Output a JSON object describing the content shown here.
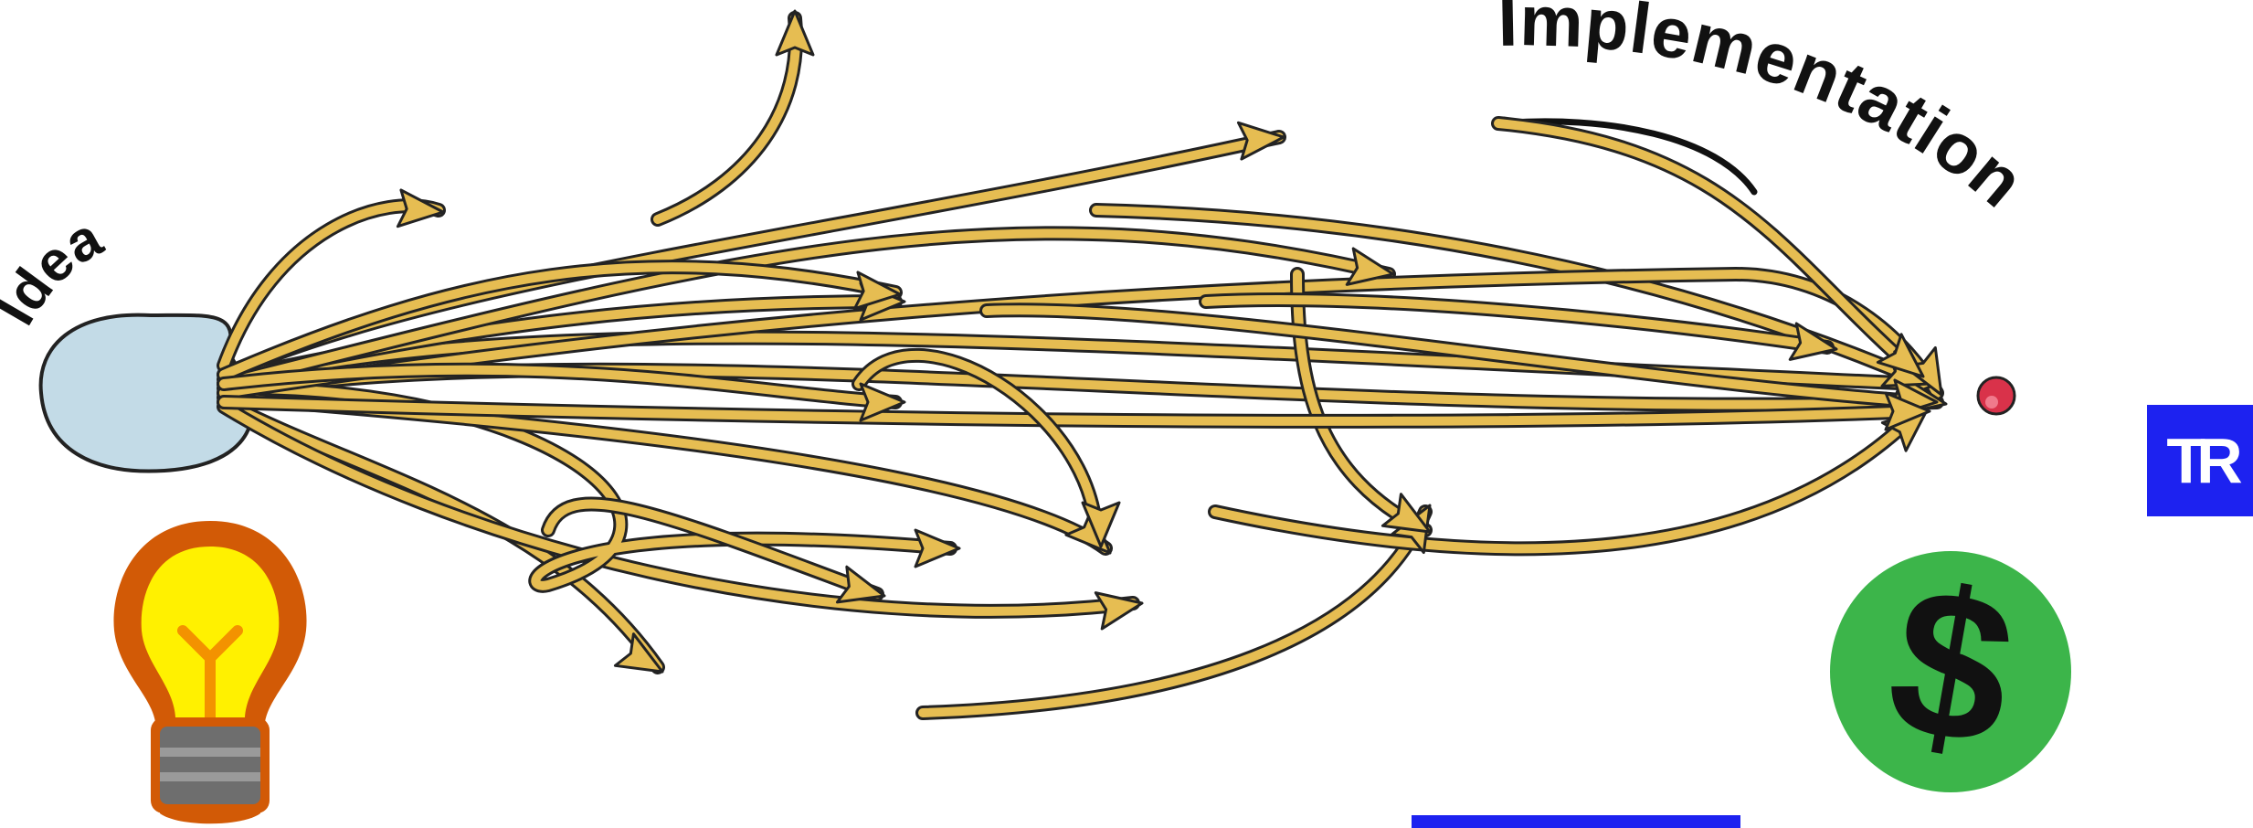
{
  "labels": {
    "idea": "Idea",
    "implementation": "Implementation"
  },
  "colors": {
    "arrow_fill": "#e6bd52",
    "arrow_outline": "#232323",
    "idea_circle": "#c3dbe7",
    "target_dot": "#d9324a",
    "bulb_outer": "#d25a06",
    "bulb_inner": "#fff100",
    "bulb_base": "#6e6e6e",
    "dollar_circle": "#3cb54a",
    "brand_box": "#1d22f0",
    "brand_text": "#ffffff"
  },
  "icons": {
    "bulb": "lightbulb-icon",
    "dollar": "dollar-coin-icon",
    "brand": "tr-logo-icon"
  },
  "brand_logo": {
    "text": "TR"
  }
}
